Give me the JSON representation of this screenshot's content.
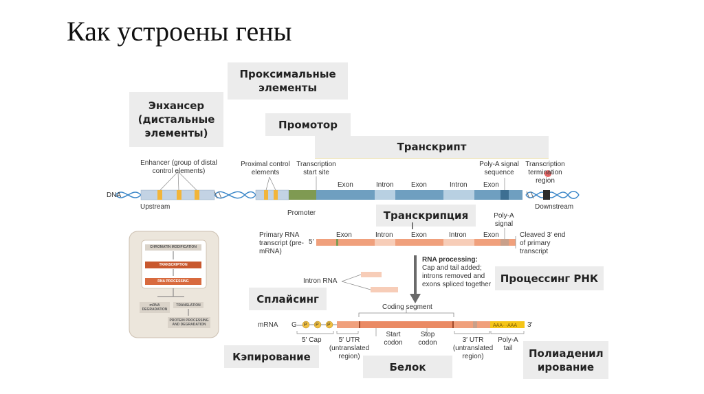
{
  "title": "Как устроены гены",
  "ru_labels": {
    "proximal": "Проксимальные элементы",
    "enhancer": "Энхансер (дистальные элементы)",
    "promoter": "Промотор",
    "transcript": "Транскрипт",
    "transcription": "Транскрипция",
    "rna_processing": "Процессинг РНК",
    "splicing": "Сплайсинг",
    "capping": "Кэпирование",
    "protein": "Белок",
    "polyadenylation": "Полиаденил ирование"
  },
  "dna_row": {
    "dna": "DNA",
    "enhancer_label": "Enhancer (group of distal control elements)",
    "proximal_label": "Proximal control elements",
    "tss_label": "Transcription start site",
    "polya_label": "Poly-A signal sequence",
    "termination_label": "Transcription termination region",
    "upstream": "Upstream",
    "downstream": "Downstream",
    "promoter": "Promoter",
    "exon1": "Exon",
    "intron1": "Intron",
    "exon2": "Exon",
    "intron2": "Intron",
    "exon3": "Exon"
  },
  "pre_mrna_row": {
    "label": "Primary RNA transcript (pre-mRNA)",
    "five_prime": "5′",
    "exon1": "Exon",
    "intron1": "Intron",
    "exon2": "Exon",
    "intron2": "Intron",
    "exon3": "Exon",
    "polya_signal": "Poly-A signal",
    "cleaved": "Cleaved 3′ end of primary transcript"
  },
  "processing": {
    "heading": "RNA processing:",
    "text": "Cap and tail added; introns removed and exons spliced together",
    "intron_rna": "Intron RNA"
  },
  "mrna_row": {
    "label": "mRNA",
    "g": "G",
    "p1": "P",
    "p2": "P",
    "p3": "P",
    "coding_segment": "Coding segment",
    "three_prime": "3′",
    "aaa": "AAA···AAA",
    "five_cap": "5′ Cap",
    "five_utr": "5′ UTR (untranslated region)",
    "start_codon": "Start codon",
    "stop_codon": "Stop codon",
    "three_utr": "3′ UTR (untranslated region)",
    "polya_tail": "Poly-A tail"
  },
  "panel": {
    "chromatin": "CHROMATIN MODIFICATION",
    "transcription": "TRANSCRIPTION",
    "rna_processing": "RNA PROCESSING",
    "mrna_degradation": "mRNA DEGRADATION",
    "translation": "TRANSLATION",
    "protein_processing": "PROTEIN PROCESSING AND DEGRADATION"
  },
  "colors": {
    "dna_blue": "#6f9fc0",
    "promoter_green": "#7f9a52",
    "rna_orange": "#f0a07c",
    "enhancer_yellow": "#f2b53a",
    "polya_yellow": "#f5c518",
    "panel_red": "#c8582e"
  }
}
